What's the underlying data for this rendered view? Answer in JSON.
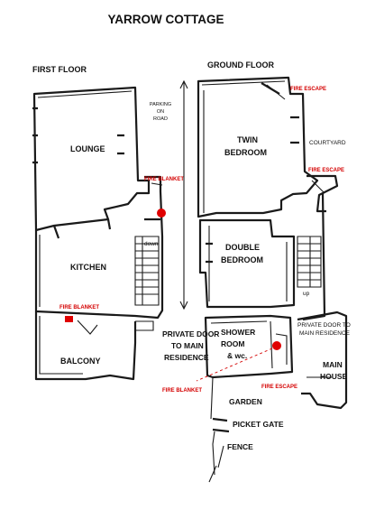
{
  "title": "YARROW COTTAGE",
  "floors": {
    "first": "FIRST FLOOR",
    "ground": "GROUND FLOOR"
  },
  "rooms": {
    "lounge": "LOUNGE",
    "kitchen": "KITCHEN",
    "balcony": "BALCONY",
    "twin_bedroom_line1": "TWIN",
    "twin_bedroom_line2": "BEDROOM",
    "double_bedroom_line1": "DOUBLE",
    "double_bedroom_line2": "BEDROOM",
    "shower_room_line1": "SHOWER",
    "shower_room_line2": "ROOM",
    "shower_room_line3": "& wc.",
    "main_house_line1": "MAIN",
    "main_house_line2": "HOUSE"
  },
  "outdoor": {
    "courtyard": "COURTYARD",
    "garden": "GARDEN",
    "picket_gate": "PICKET GATE",
    "fence": "FENCE"
  },
  "parking": [
    "PARKING",
    "ON",
    "ROAD"
  ],
  "private_door_center": [
    "PRIVATE DOOR",
    "TO MAIN",
    "RESIDENCE"
  ],
  "private_door_right": [
    "PRIVATE DOOR TO",
    "MAIN RESIDENCE"
  ],
  "stairs": {
    "down": "down",
    "up": "up"
  },
  "safety": {
    "fire_blanket": "FIRE BLANKET",
    "fire_escape": "FIRE ESCAPE"
  },
  "colors": {
    "ink": "#1a1a1a",
    "safety_red": "#d40000"
  }
}
